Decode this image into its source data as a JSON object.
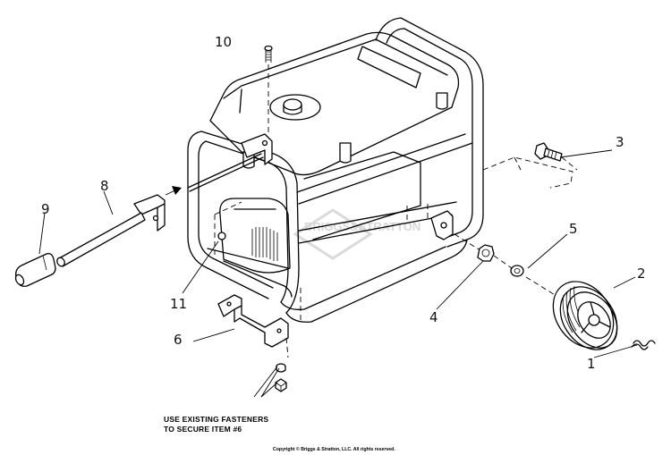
{
  "diagram": {
    "callouts": [
      {
        "id": "1",
        "label": "1"
      },
      {
        "id": "2",
        "label": "2"
      },
      {
        "id": "3",
        "label": "3"
      },
      {
        "id": "4",
        "label": "4"
      },
      {
        "id": "5",
        "label": "5"
      },
      {
        "id": "6",
        "label": "6"
      },
      {
        "id": "8",
        "label": "8"
      },
      {
        "id": "9",
        "label": "9"
      },
      {
        "id": "10",
        "label": "10"
      },
      {
        "id": "11",
        "label": "11"
      }
    ],
    "note_line1": "USE EXISTING FASTENERS",
    "note_line2": "TO SECURE ITEM #6",
    "watermark": "BRIGGS&STRATTON",
    "copyright": "Copyright © Briggs & Stratton, LLC. All rights reserved."
  }
}
